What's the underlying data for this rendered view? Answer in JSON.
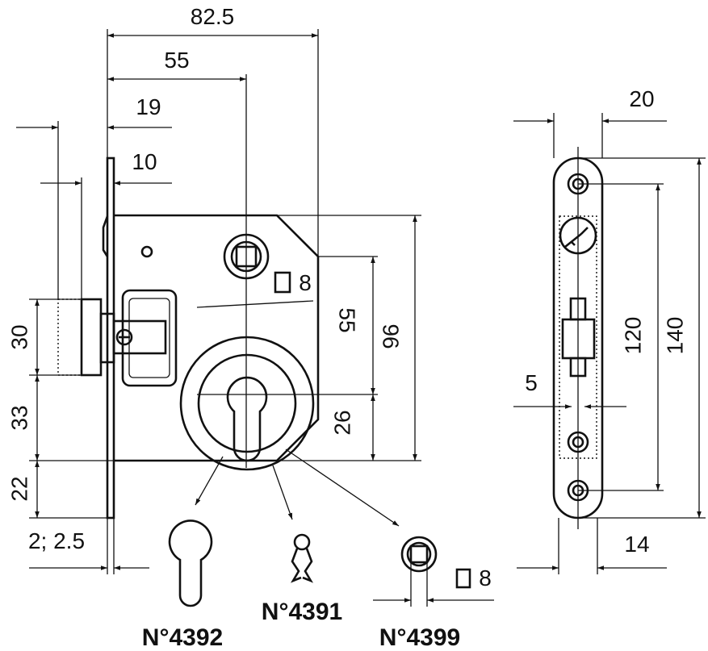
{
  "dimensions": {
    "overall_width": "82.5",
    "backset": "55",
    "face_to_bolt": "19",
    "bolt_throw": "10",
    "latch_height": "30",
    "latch_to_cylinder": "33",
    "cylinder_to_bottom": "22",
    "plate_thickness": "2; 2.5",
    "spindle_square": "8",
    "spindle_to_cylinder": "55",
    "body_height": "96",
    "cylinder_to_body_bottom": "26",
    "faceplate_width": "20",
    "screw_spacing": "120",
    "faceplate_length": "140",
    "hole_offset": "5",
    "faceplate_inner": "14",
    "variant_square": "8"
  },
  "variants": {
    "euro_cylinder": "N°4392",
    "warded_key": "N°4391",
    "square_spindle": "N°4399"
  },
  "icons": {
    "square_symbol": "square-icon"
  }
}
